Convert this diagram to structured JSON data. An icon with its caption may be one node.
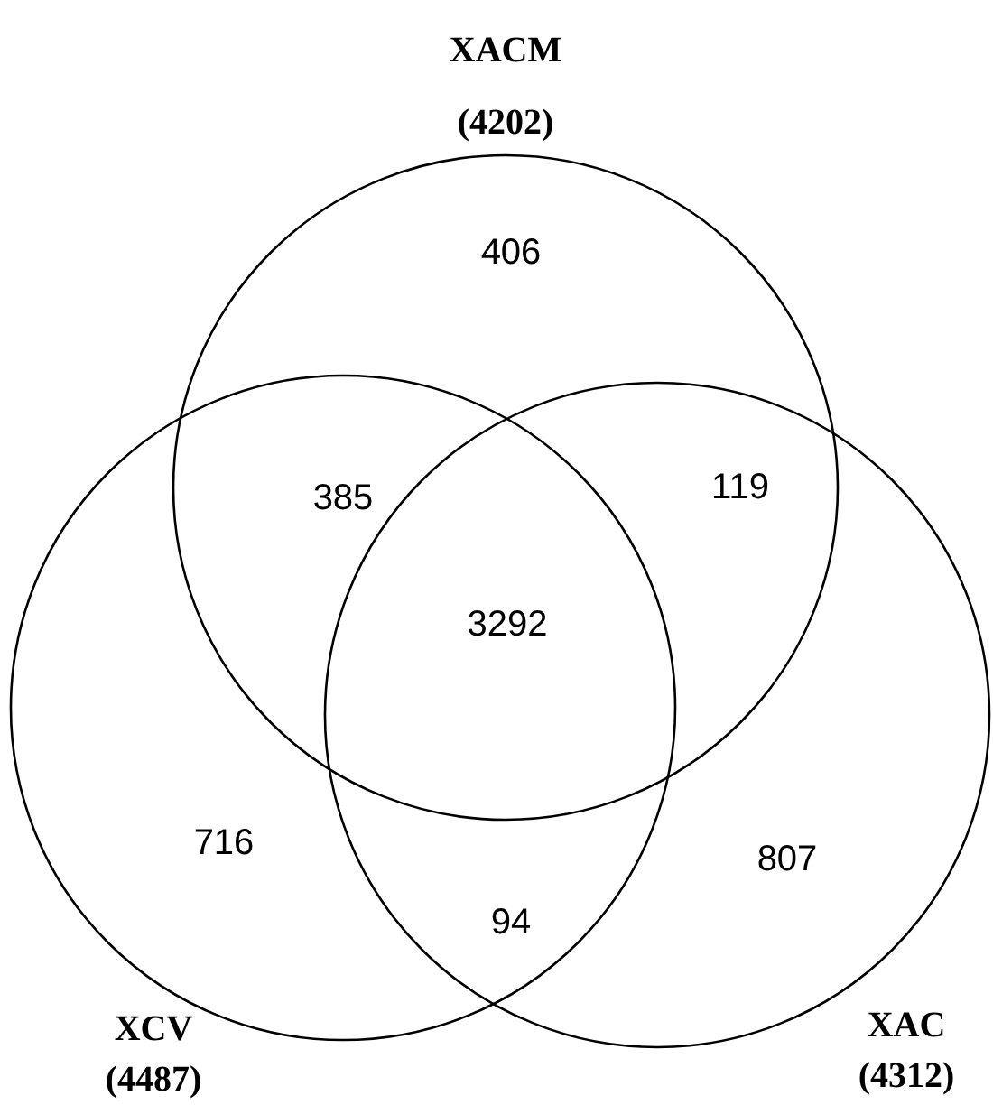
{
  "diagram": {
    "nodes": [
      {
        "text": [
          "XACM (4202)"
        ]
      },
      {
        "text": [
          "XCV (4487)"
        ]
      },
      {
        "text": [
          "XAC (4312)"
        ]
      }
    ],
    "labels": [
      "406",
      "385",
      "119",
      "3292",
      "716",
      "807",
      "94"
    ]
  }
}
